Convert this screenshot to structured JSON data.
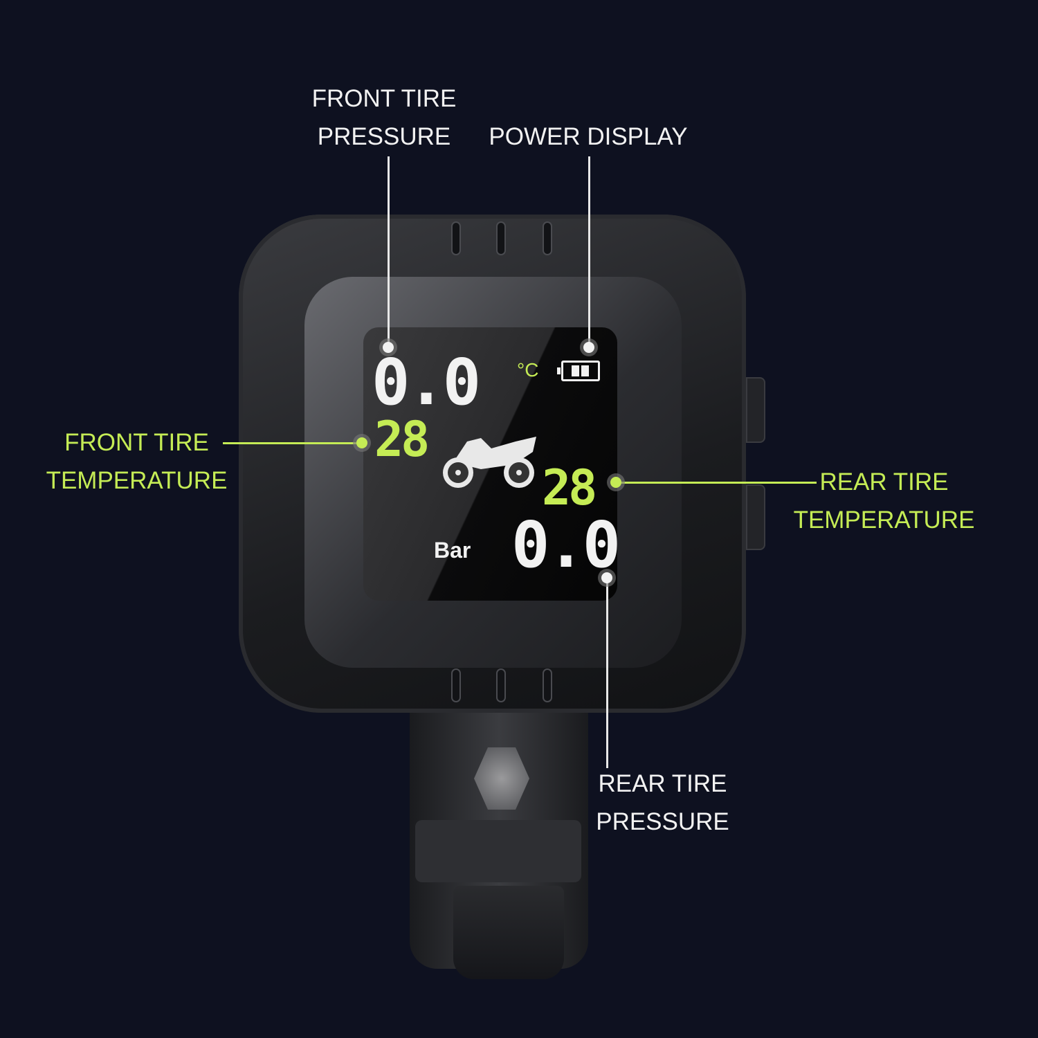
{
  "labels": {
    "front_tire_pressure": [
      "FRONT TIRE",
      "PRESSURE"
    ],
    "power_display": "POWER DISPLAY",
    "front_tire_temperature": [
      "FRONT TIRE",
      "TEMPERATURE"
    ],
    "rear_tire_temperature": [
      "REAR TIRE",
      "TEMPERATURE"
    ],
    "rear_tire_pressure": [
      "REAR TIRE",
      "PRESSURE"
    ]
  },
  "display": {
    "front_pressure": "0.0",
    "front_temperature": "28",
    "temp_unit": "°C",
    "rear_temperature": "28",
    "pressure_unit": "Bar",
    "rear_pressure": "0.0",
    "battery_level": 0.67
  },
  "colors": {
    "accent": "#c5ec55",
    "background": "#0e1120"
  }
}
